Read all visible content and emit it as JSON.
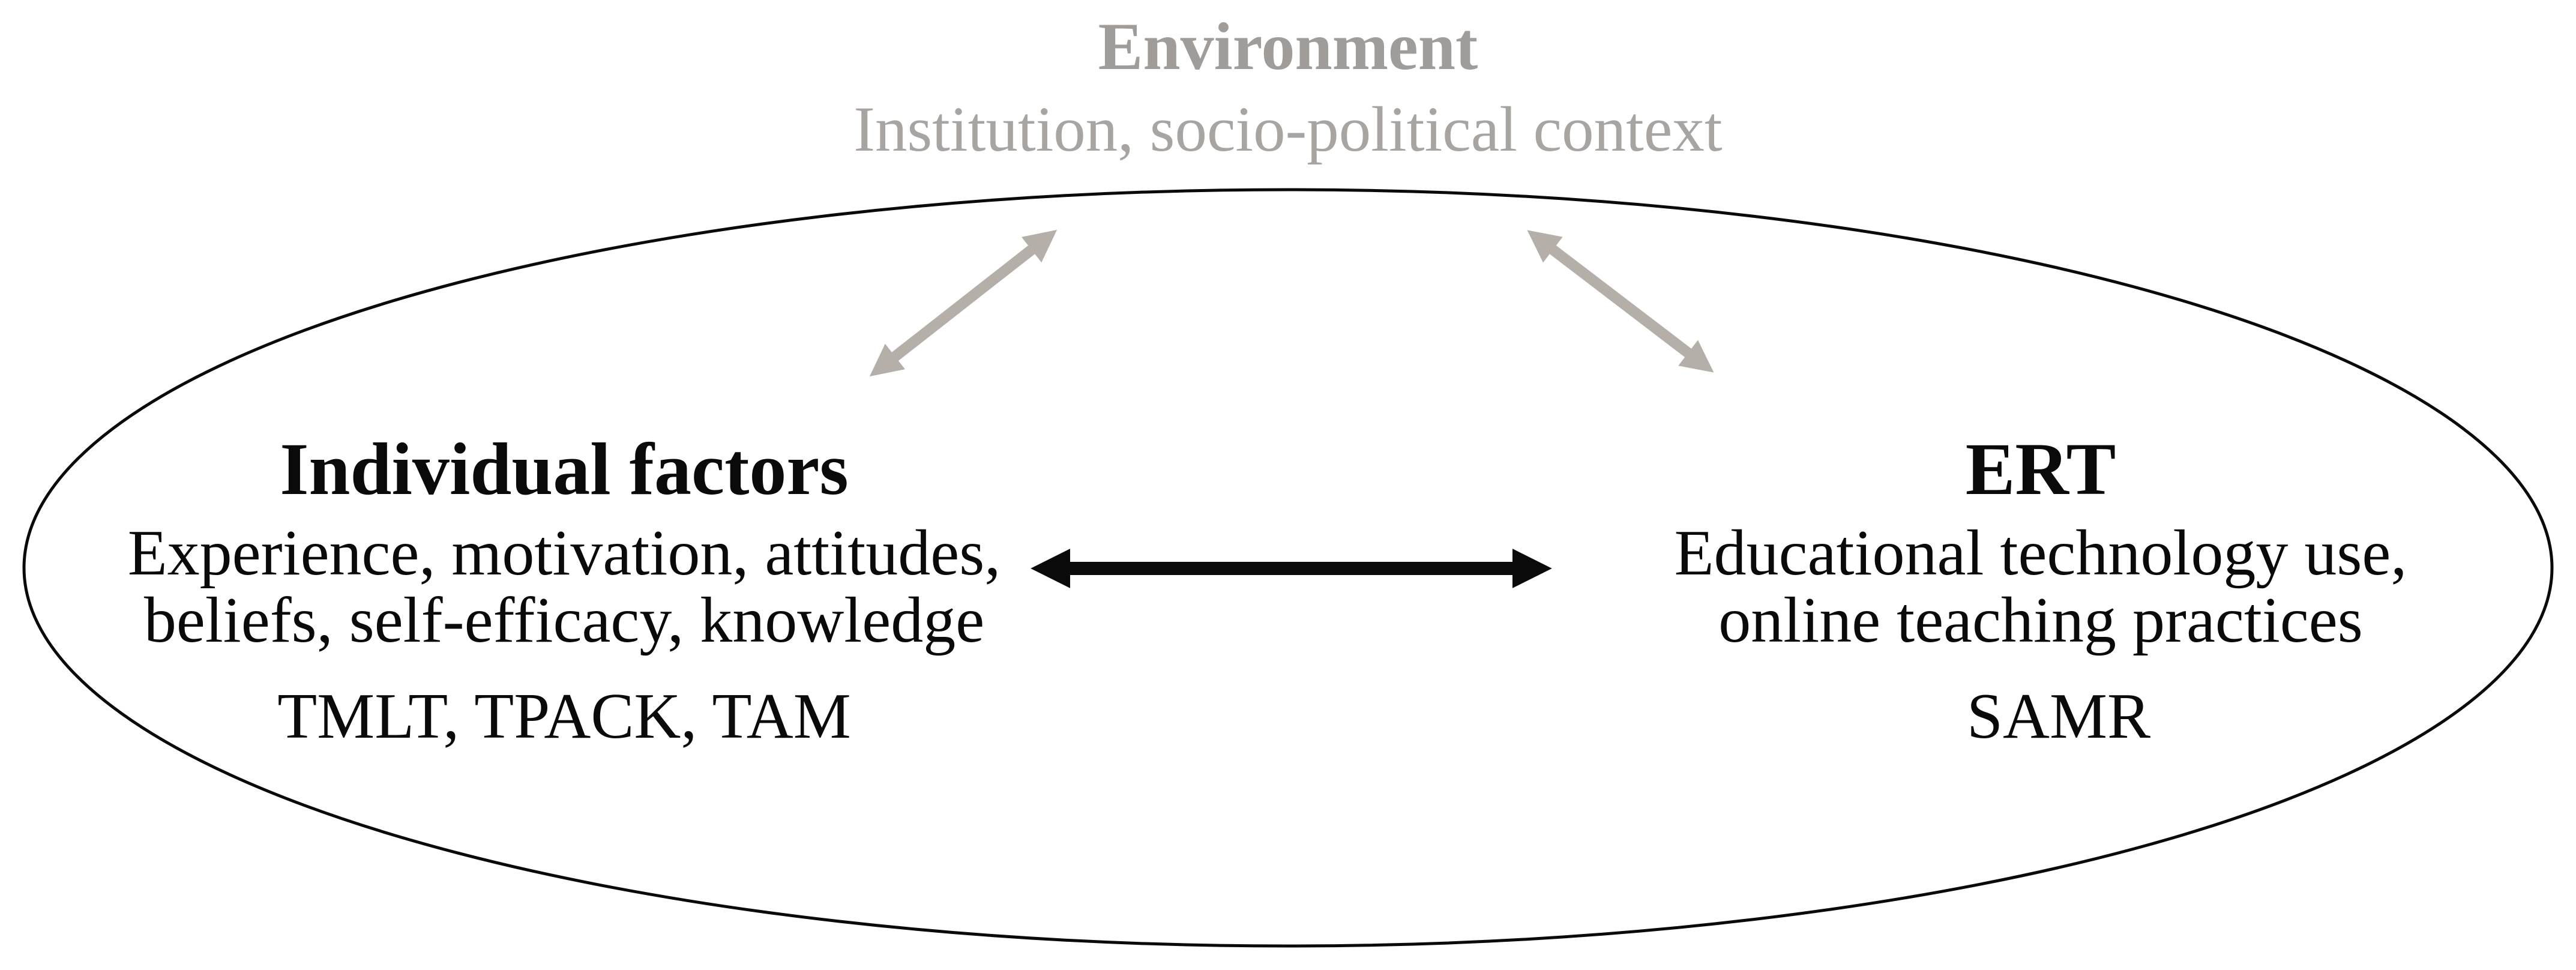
{
  "diagram": {
    "environment": {
      "title": "Environment",
      "subtitle": "Institution, socio-political context"
    },
    "individual_factors": {
      "title": "Individual factors",
      "description": [
        "Experience, motivation, attitudes,",
        "beliefs, self-efficacy, knowledge"
      ],
      "models": "TMLT, TPACK, TAM"
    },
    "ert": {
      "title": "ERT",
      "description": [
        "Educational technology use,",
        "online teaching practices"
      ],
      "models": "SAMR"
    },
    "arrows": [
      {
        "between": [
          "Environment",
          "Individual factors"
        ],
        "bidirectional": true,
        "style": "gray"
      },
      {
        "between": [
          "Environment",
          "ERT"
        ],
        "bidirectional": true,
        "style": "gray"
      },
      {
        "between": [
          "Individual factors",
          "ERT"
        ],
        "bidirectional": true,
        "style": "black"
      }
    ]
  },
  "colors": {
    "black": "#0a0a0a",
    "arrow_gray": "#b5afaa",
    "env_title_gray": "#9f9c99",
    "env_subtitle_gray": "#a8a4a1",
    "background": "#ffffff"
  }
}
